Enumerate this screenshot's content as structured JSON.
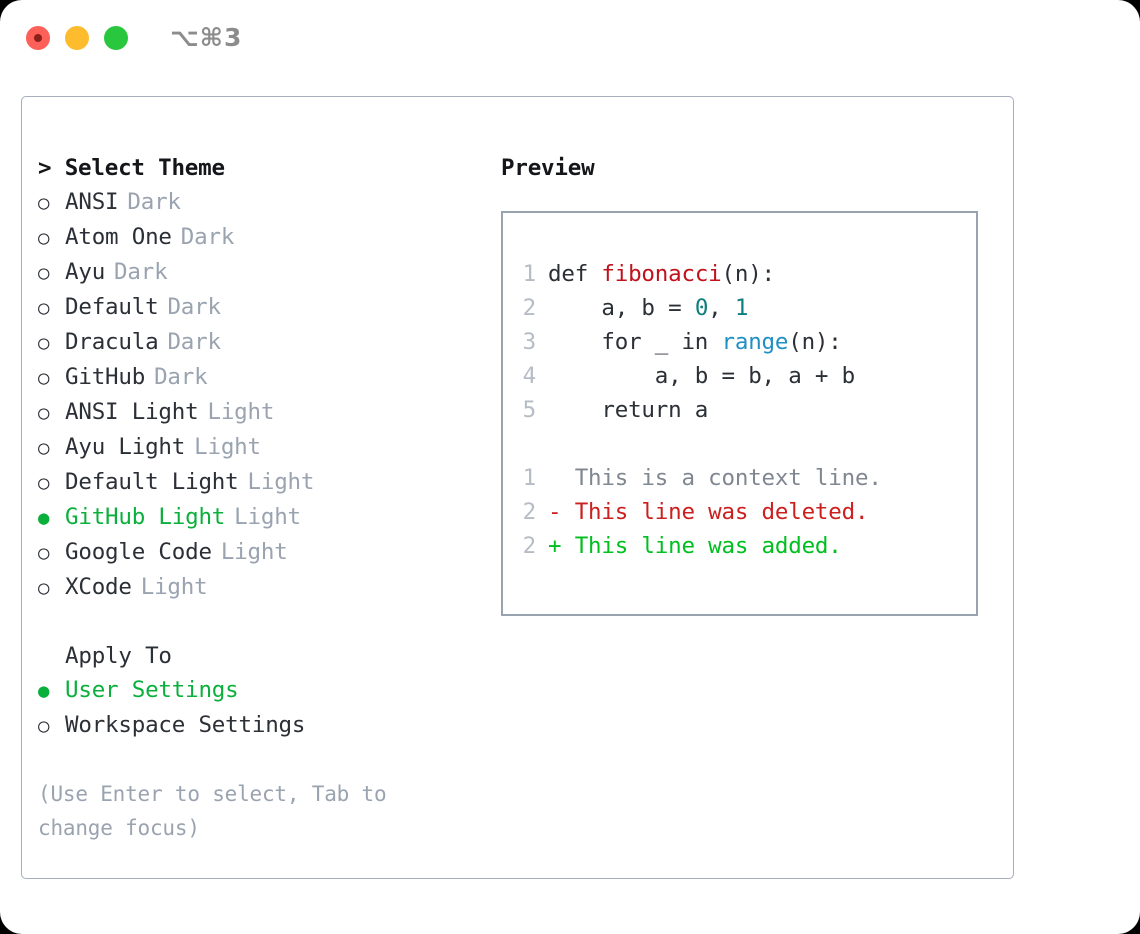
{
  "titlebar": {
    "shortcut": "⌥⌘3",
    "dots": [
      {
        "name": "close",
        "color": "#fc6058"
      },
      {
        "name": "minimize",
        "color": "#fcbc2d"
      },
      {
        "name": "zoom",
        "color": "#29c73e"
      }
    ]
  },
  "theme_picker": {
    "header": "> Select Theme",
    "bullet_unselected": "○",
    "bullet_selected": "●",
    "items": [
      {
        "label": "ANSI",
        "tag": "Dark",
        "selected": false
      },
      {
        "label": "Atom One",
        "tag": "Dark",
        "selected": false
      },
      {
        "label": "Ayu",
        "tag": "Dark",
        "selected": false
      },
      {
        "label": "Default",
        "tag": "Dark",
        "selected": false
      },
      {
        "label": "Dracula",
        "tag": "Dark",
        "selected": false
      },
      {
        "label": "GitHub",
        "tag": "Dark",
        "selected": false
      },
      {
        "label": "ANSI Light",
        "tag": "Light",
        "selected": false
      },
      {
        "label": "Ayu Light",
        "tag": "Light",
        "selected": false
      },
      {
        "label": "Default Light",
        "tag": "Light",
        "selected": false
      },
      {
        "label": "GitHub Light",
        "tag": "Light",
        "selected": true
      },
      {
        "label": "Google Code",
        "tag": "Light",
        "selected": false
      },
      {
        "label": "XCode",
        "tag": "Light",
        "selected": false
      }
    ]
  },
  "apply_to": {
    "header": "Apply To",
    "options": [
      {
        "label": "User Settings",
        "selected": true
      },
      {
        "label": "Workspace Settings",
        "selected": false
      }
    ]
  },
  "hint": "(Use Enter to select, Tab to change focus)",
  "preview": {
    "title": "Preview",
    "code_lines": [
      {
        "no": "1",
        "tokens": [
          {
            "t": "def ",
            "c": "plain"
          },
          {
            "t": "fibonacci",
            "c": "fn"
          },
          {
            "t": "(n):",
            "c": "plain"
          }
        ]
      },
      {
        "no": "2",
        "tokens": [
          {
            "t": "    a, b = ",
            "c": "plain"
          },
          {
            "t": "0",
            "c": "num"
          },
          {
            "t": ", ",
            "c": "plain"
          },
          {
            "t": "1",
            "c": "num"
          }
        ]
      },
      {
        "no": "3",
        "tokens": [
          {
            "t": "    for _ in ",
            "c": "plain"
          },
          {
            "t": "range",
            "c": "bi"
          },
          {
            "t": "(n):",
            "c": "plain"
          }
        ]
      },
      {
        "no": "4",
        "tokens": [
          {
            "t": "        a, b = b, a + b",
            "c": "plain"
          }
        ]
      },
      {
        "no": "5",
        "tokens": [
          {
            "t": "    return a",
            "c": "plain"
          }
        ]
      }
    ],
    "diff_lines": [
      {
        "no": "1",
        "marker": "  ",
        "text": "This is a context line.",
        "kind": "ctx"
      },
      {
        "no": "2",
        "marker": "- ",
        "text": "This line was deleted.",
        "kind": "del"
      },
      {
        "no": "2",
        "marker": "+ ",
        "text": "This line was added.",
        "kind": "add"
      }
    ]
  },
  "colors": {
    "accent_green": "#0bb03c",
    "muted": "#9aa3b0",
    "border": "#99a3b0",
    "fn": "#c1121c",
    "num": "#0d7d7d",
    "builtin": "#1f8fc4",
    "diff_del": "#cc1f1f",
    "diff_add": "#00bf1f"
  }
}
